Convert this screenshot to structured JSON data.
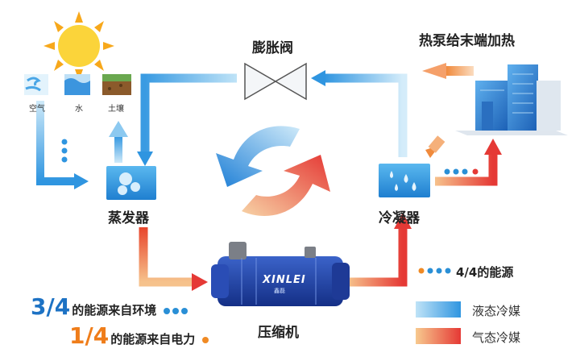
{
  "sources": {
    "air": "空气",
    "water": "水",
    "soil": "土壤"
  },
  "nodes": {
    "evaporator": "蒸发器",
    "condenser": "冷凝器",
    "compressor": "压缩机",
    "expansion_valve": "膨胀阀"
  },
  "building_label": "热泵给末端加热",
  "compressor_brand": "XINLEI",
  "compressor_brand_cn": "鑫磊",
  "energy": {
    "total": "4/4的能源",
    "env_fraction": "3/4",
    "env_text": "的能源来自环境",
    "elec_fraction": "1/4",
    "elec_text": "的能源来自电力"
  },
  "legend": {
    "liquid": "液态冷媒",
    "gas": "气态冷媒"
  },
  "colors": {
    "liquid_dark": "#1e88e5",
    "liquid_light": "#bfe3f7",
    "gas_dark": "#e53935",
    "gas_light": "#f7c98e",
    "blue_dot": "#2a8fd6",
    "orange_dot": "#f08a24",
    "frac_blue": "#1d72c4",
    "frac_orange": "#ef7d1a"
  }
}
